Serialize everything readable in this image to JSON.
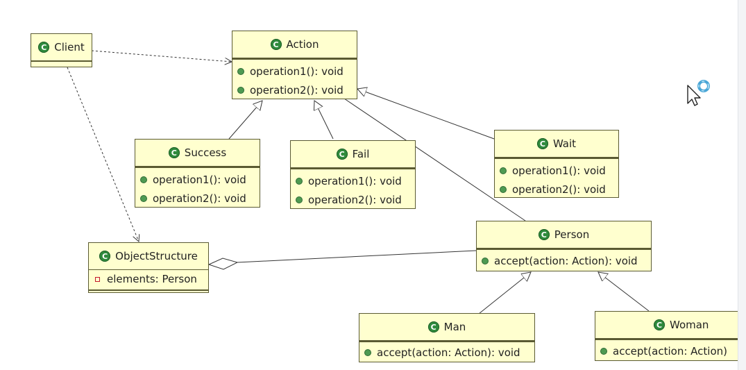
{
  "classes": {
    "client": {
      "name": "Client"
    },
    "action": {
      "name": "Action",
      "members": [
        "operation1(): void",
        "operation2(): void"
      ]
    },
    "success": {
      "name": "Success",
      "members": [
        "operation1(): void",
        "operation2(): void"
      ]
    },
    "fail": {
      "name": "Fail",
      "members": [
        "operation1(): void",
        "operation2(): void"
      ]
    },
    "wait": {
      "name": "Wait",
      "members": [
        "operation1(): void",
        "operation2(): void"
      ]
    },
    "objectstructure": {
      "name": "ObjectStructure",
      "members": [
        "elements: Person"
      ]
    },
    "person": {
      "name": "Person",
      "members": [
        "accept(action: Action): void"
      ]
    },
    "man": {
      "name": "Man",
      "members": [
        "accept(action: Action): void"
      ]
    },
    "woman": {
      "name": "Woman",
      "members": [
        "accept(action: Action)"
      ]
    }
  },
  "icons": {
    "class_icon": "class-c-icon",
    "public_member": "public-method-icon",
    "private_member": "private-field-icon",
    "cursor": "busy-cursor-icon"
  },
  "colors": {
    "class_fill": "#ffffcf",
    "class_border": "#5a5a32",
    "icon_green": "#2f8a3c"
  },
  "class_icon_letter": "C"
}
